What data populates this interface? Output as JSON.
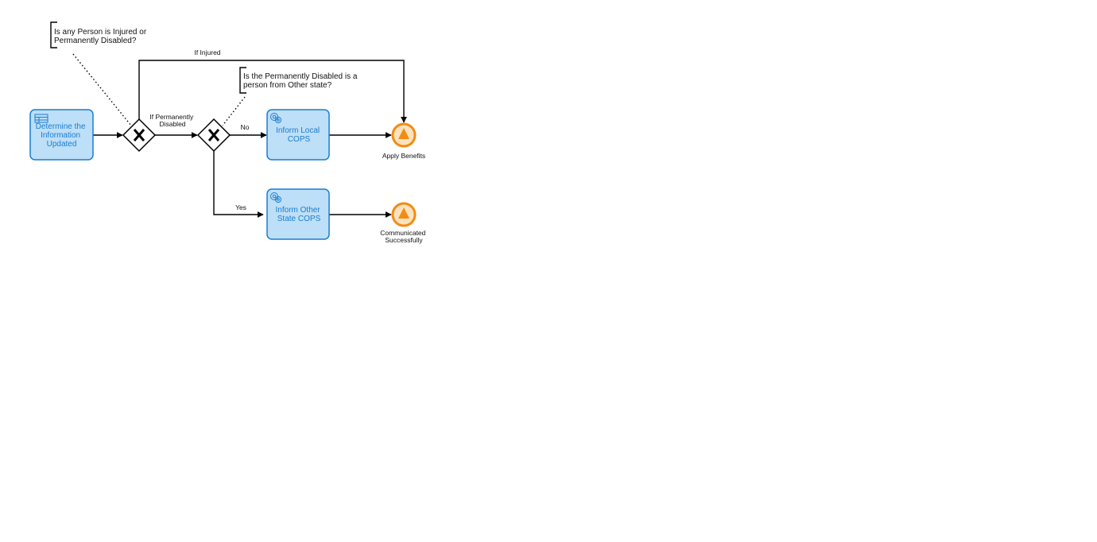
{
  "diagram": {
    "tasks": {
      "determine": {
        "lines": [
          "Determine the",
          "Information",
          "Updated"
        ],
        "icon": "table-icon"
      },
      "inform_local": {
        "lines": [
          "Inform Local",
          "COPS"
        ],
        "icon": "gear-icon"
      },
      "inform_other": {
        "lines": [
          "Inform Other",
          "State COPS"
        ],
        "icon": "gear-icon"
      }
    },
    "gateways": {
      "gw1": {
        "icon": "exclusive-gateway-x-icon"
      },
      "gw2": {
        "icon": "exclusive-gateway-x-icon"
      }
    },
    "flow_labels": {
      "if_injured": "If Injured",
      "if_perm": [
        "If Permanently",
        "Disabled"
      ],
      "no": "No",
      "yes": "Yes"
    },
    "events": {
      "apply": {
        "lines": [
          "Apply Benefits"
        ],
        "icon": "escalation-triangle-icon"
      },
      "communicated": {
        "lines": [
          "Communicated",
          "Successfully"
        ],
        "icon": "escalation-triangle-icon"
      }
    },
    "annotations": {
      "a1": [
        "Is any Person is Injured or",
        "Permanently Disabled?"
      ],
      "a2": [
        "Is the Permanently Disabled is a",
        "person from Other state?"
      ]
    },
    "colors": {
      "task_fill": "#bddff7",
      "task_stroke": "#1a7dd1",
      "end_event": "#f28c12"
    }
  }
}
